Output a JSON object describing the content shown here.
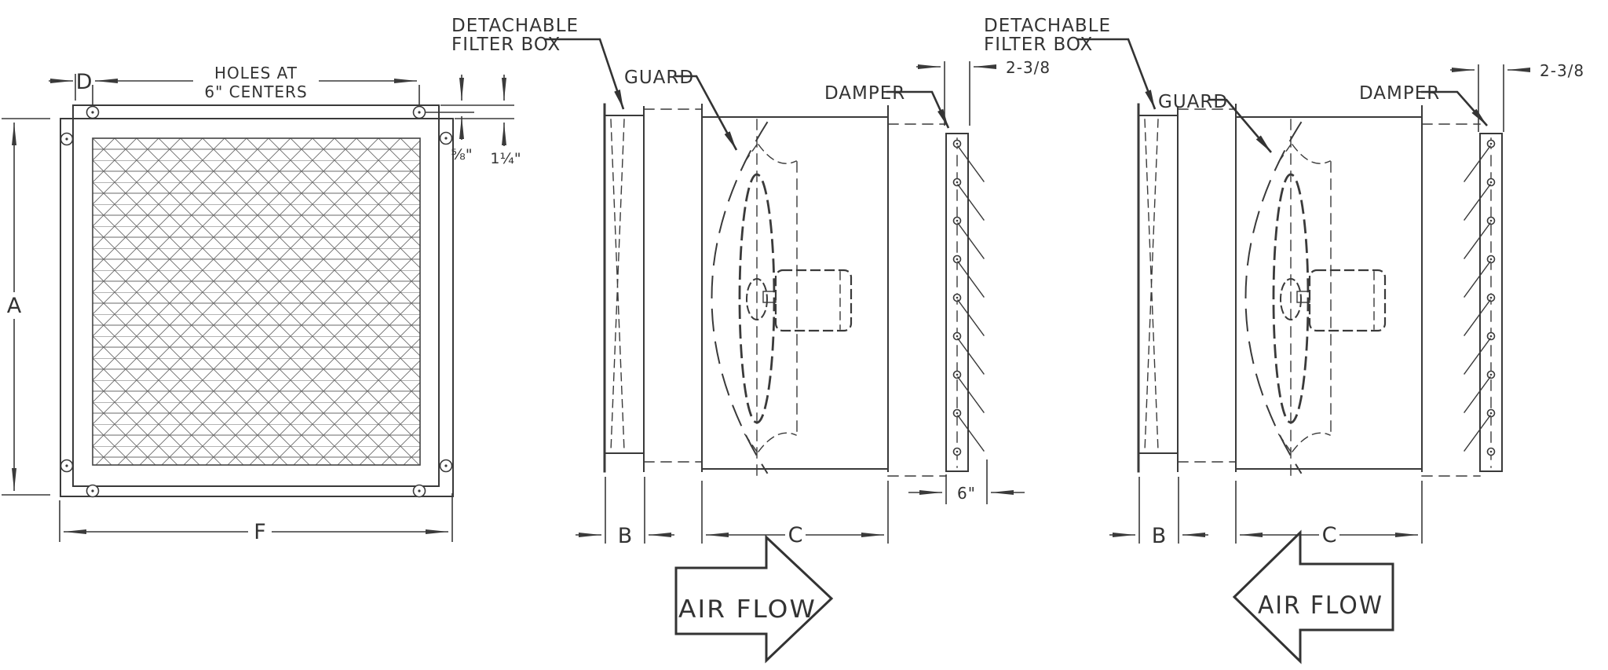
{
  "labels": {
    "detachable_filter_box": [
      "DETACHABLE",
      "FILTER BOX"
    ],
    "guard": "GUARD",
    "damper": "DAMPER",
    "air_flow": "AIR FLOW"
  },
  "dims": {
    "a": "A",
    "b": "B",
    "c": "C",
    "d": "D",
    "f": "F",
    "holes_note": [
      "HOLES AT",
      "6\" CENTERS"
    ],
    "flange_offset": "⅝\"",
    "hole_offset": "1¼\"",
    "damper_frame_depth": "2-3/8",
    "damper_depth": "6\""
  },
  "colors": {
    "line": "#3a3a3a",
    "background": "#ffffff"
  }
}
